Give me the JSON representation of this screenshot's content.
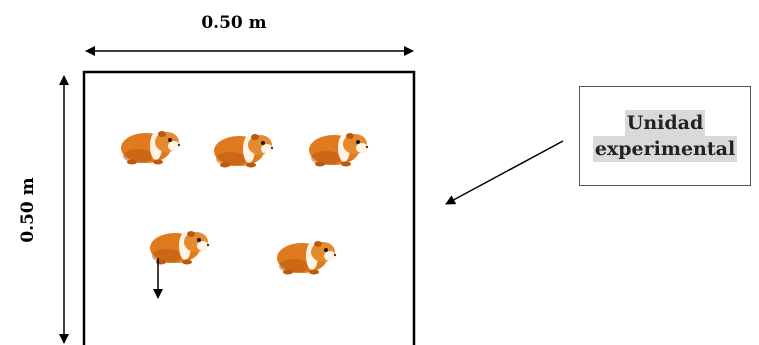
{
  "dimensions": {
    "width_label": "0.50 m",
    "height_label": "0.50 m"
  },
  "callout": {
    "line1": "Unidad",
    "line2": "experimental"
  },
  "animals": [
    {
      "name": "guinea-pig-1"
    },
    {
      "name": "guinea-pig-2"
    },
    {
      "name": "guinea-pig-3"
    },
    {
      "name": "guinea-pig-4"
    },
    {
      "name": "guinea-pig-5"
    }
  ],
  "colors": {
    "fur_orange": "#e07a1f",
    "fur_dark": "#b95a0e",
    "fur_white": "#fff3e6",
    "stroke": "#000000"
  }
}
